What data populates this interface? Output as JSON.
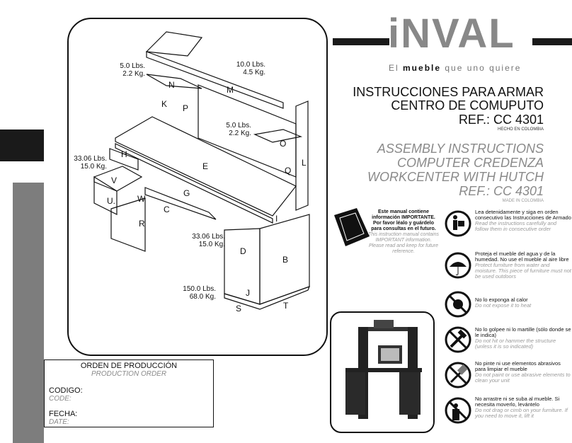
{
  "brand": {
    "logo": "iNVAL",
    "tagline_pre": "El",
    "tagline_bold": "mueble",
    "tagline_post": "que uno quiere"
  },
  "title_es": {
    "line1": "INSTRUCCIONES PARA ARMAR",
    "line2": "CENTRO DE COMUPUTO",
    "ref": "REF.: CC 4301",
    "origin": "HECHO EN COLOMBIA"
  },
  "title_en": {
    "line1": "ASSEMBLY INSTRUCTIONS",
    "line2": "COMPUTER CREDENZA",
    "line3": "WORKCENTER WITH HUTCH",
    "ref": "REF.: CC 4301",
    "origin": "MADE IN COLOMBIA"
  },
  "diagram": {
    "parts": [
      "N",
      "M",
      "K",
      "P",
      "O",
      "Q",
      "L",
      "E",
      "H",
      "V",
      "U.",
      "W",
      "G",
      "C",
      "R",
      "I",
      "D",
      "B",
      "J",
      "S",
      "T"
    ],
    "weights": [
      {
        "lbs": "5.0 Lbs.",
        "kg": "2.2 Kg."
      },
      {
        "lbs": "10.0 Lbs.",
        "kg": "4.5 Kg."
      },
      {
        "lbs": "5.0 Lbs.",
        "kg": "2.2 Kg."
      },
      {
        "lbs": "33.06 Lbs.",
        "kg": "15.0 Kg."
      },
      {
        "lbs": "33.06 Lbs.",
        "kg": "15.0 Kg."
      },
      {
        "lbs": "150.0 Lbs.",
        "kg": "68.0 Kg."
      }
    ]
  },
  "manual_notice": {
    "es": "Este manual contiene información IMPORTANTE. Por favor léalo y guárdelo para consultas en el futuro.",
    "en": "This instruction manual contains IMPORTANT information. Please read and keep for future reference."
  },
  "warnings": [
    {
      "icon": "reading-person-icon",
      "es": "Lea detenidamente y siga en orden consecutivo las Instrucciones de Armado",
      "en": "Read the instructions carefully and follow them in consecutive order"
    },
    {
      "icon": "umbrella-icon",
      "es": "Proteja el mueble del agua y de la humedad. No use el mueble al aire libre",
      "en": "Protect furniture from water and moisture. This piece of furniture must not be used outdoors"
    },
    {
      "icon": "no-sun-icon",
      "es": "No lo exponga al calor",
      "en": "Do  not expose it to heat"
    },
    {
      "icon": "no-hammer-icon",
      "es": "No lo golpee ni  lo martille (sólo donde se le indica)",
      "en": "Do not hit or hammer the structure (unless it is so indicated)"
    },
    {
      "icon": "no-paint-brush-icon",
      "es": "No pinte ni use elementos abrasivos para limpiar el mueble",
      "en": "Do not paint or use abrasive elements to clean your unit"
    },
    {
      "icon": "no-climbing-icon",
      "es": "No arrastre ni se suba al mueble. Si necesita moverlo, levántelo",
      "en": "Do not drag or cimb on your furniture. If you need to move it, lift it"
    }
  ],
  "order": {
    "title": "ORDEN DE PRODUCCIÓN",
    "title_en": "PRODUCTION ORDER",
    "code": "CODIGO:",
    "code_en": "CODE:",
    "date": "FECHA:",
    "date_en": "DATE:"
  }
}
